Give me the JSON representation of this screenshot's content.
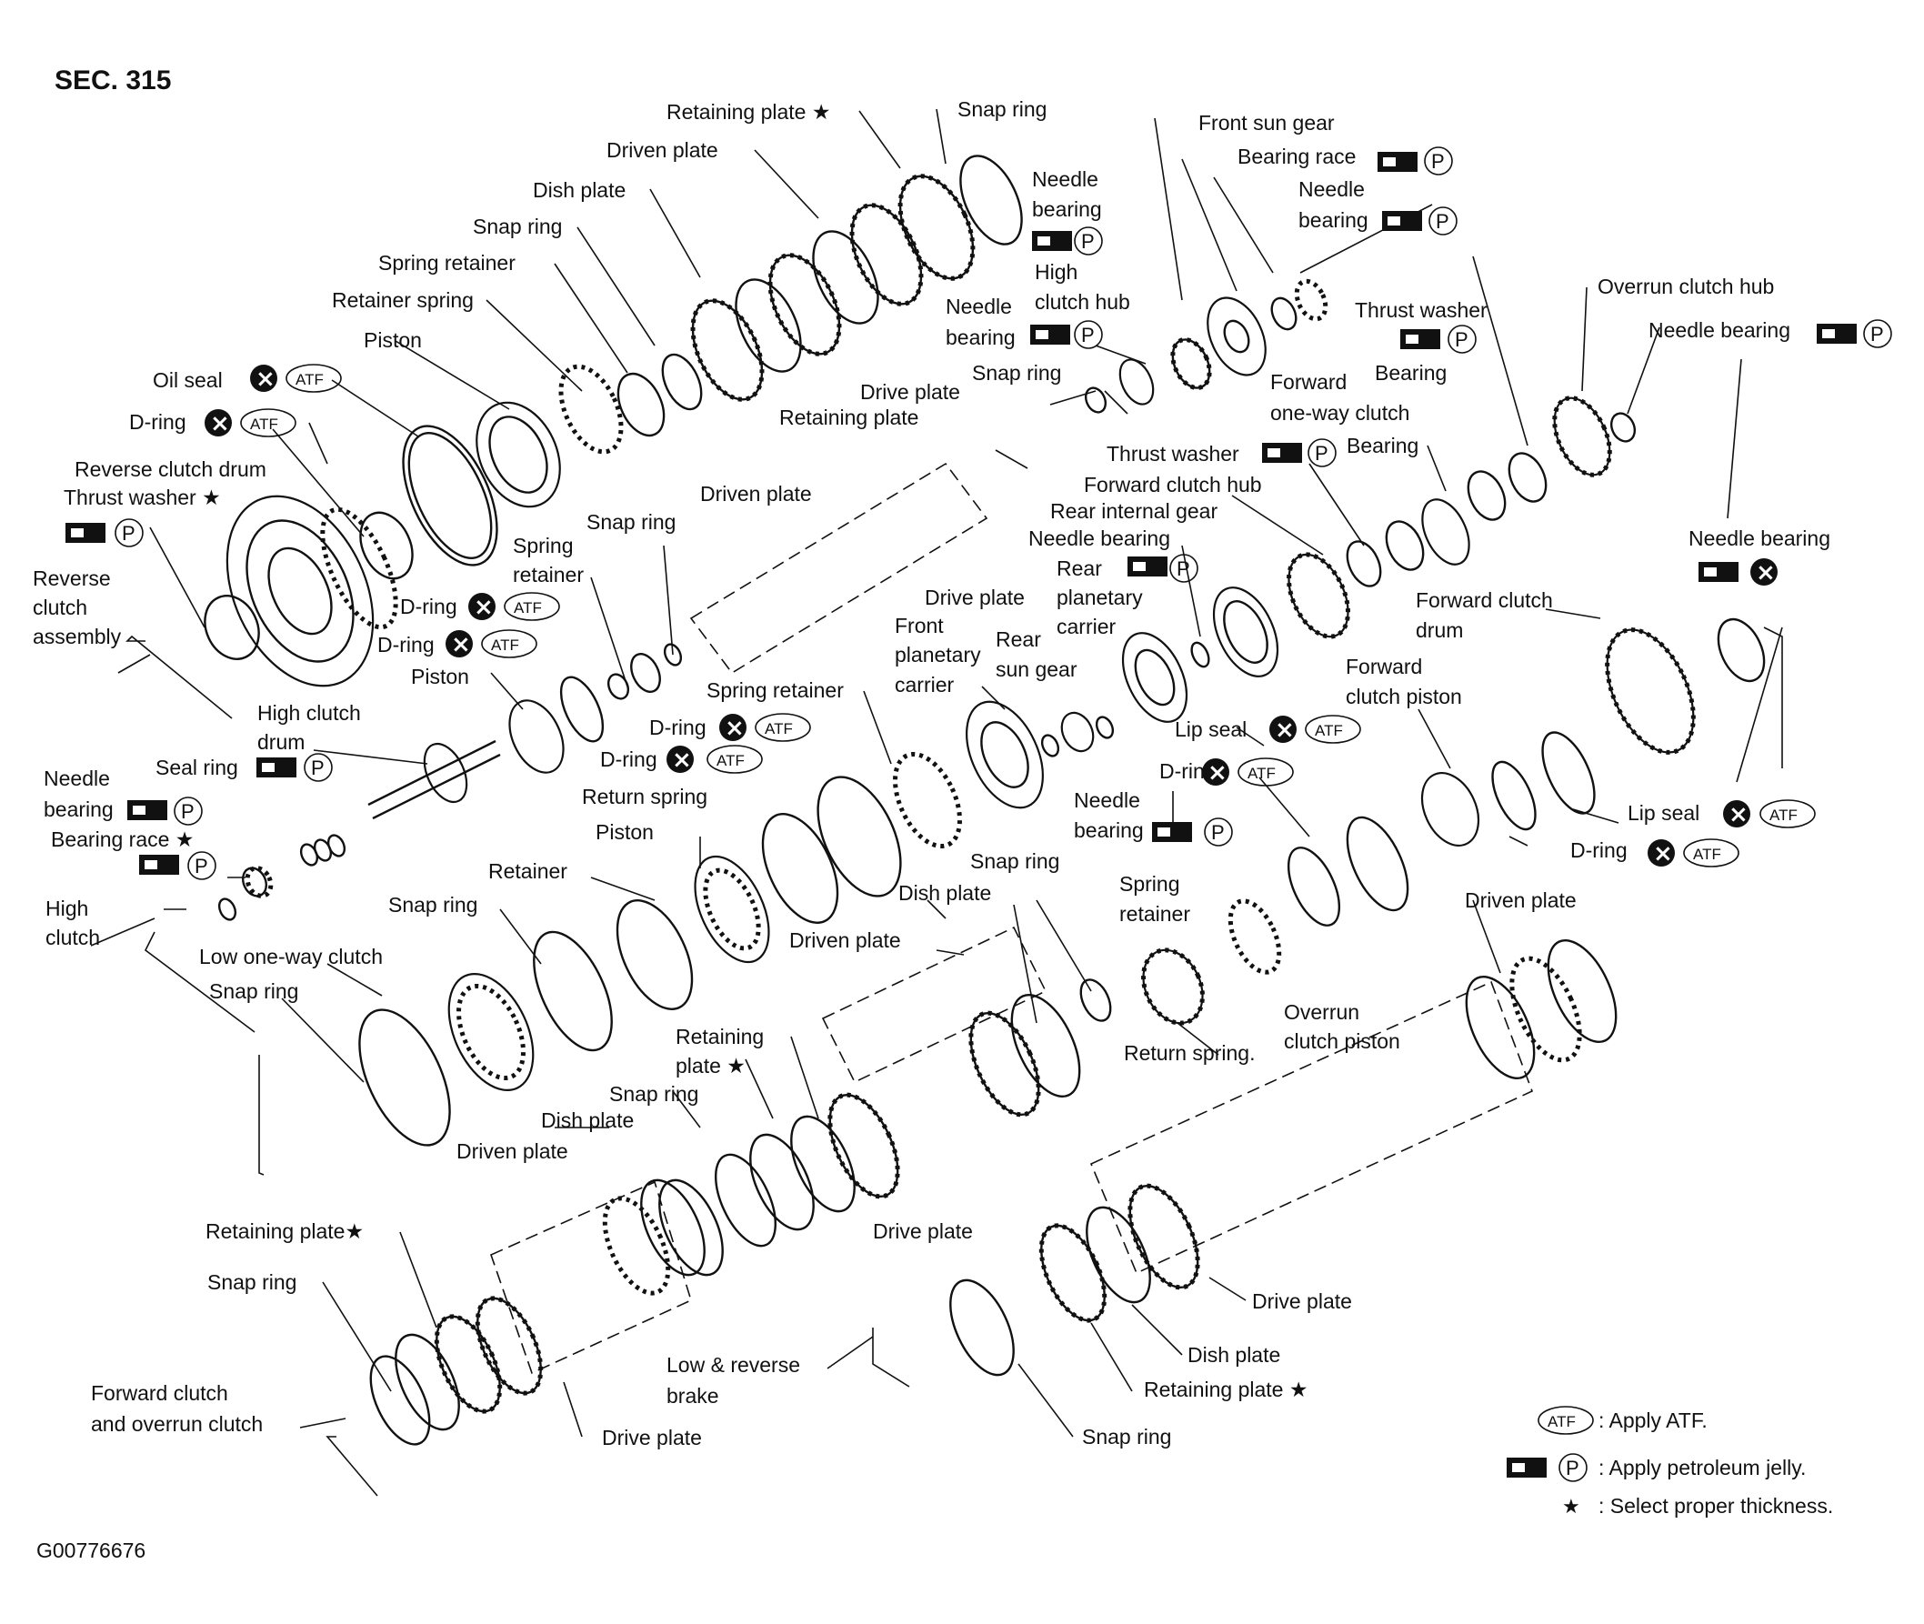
{
  "header": {
    "section": "SEC. 315"
  },
  "reference_code": "G00776676",
  "legend": {
    "atf_text": ": Apply ATF.",
    "jelly_text": ": Apply petroleum jelly.",
    "star_text": ": Select proper thickness."
  },
  "symbols": {
    "atf": "ATF",
    "p": "P",
    "star": "★",
    "x": "×"
  },
  "labels": [
    {
      "id": "retaining-plate-1",
      "text": "Retaining plate ★"
    },
    {
      "id": "snap-ring-1",
      "text": "Snap ring"
    },
    {
      "id": "driven-plate-1",
      "text": "Driven plate"
    },
    {
      "id": "dish-plate-1",
      "text": "Dish plate"
    },
    {
      "id": "snap-ring-2",
      "text": "Snap ring"
    },
    {
      "id": "spring-retainer-1",
      "text": "Spring retainer"
    },
    {
      "id": "retainer-spring",
      "text": "Retainer spring"
    },
    {
      "id": "piston-1",
      "text": "Piston"
    },
    {
      "id": "oil-seal",
      "text": "Oil seal"
    },
    {
      "id": "d-ring-1",
      "text": "D-ring"
    },
    {
      "id": "reverse-clutch-drum",
      "text": "Reverse clutch drum"
    },
    {
      "id": "thrust-washer-1",
      "text": "Thrust washer ★"
    },
    {
      "id": "reverse-clutch-assembly-1",
      "text": "Reverse"
    },
    {
      "id": "reverse-clutch-assembly-2",
      "text": "clutch"
    },
    {
      "id": "reverse-clutch-assembly-3",
      "text": "assembly"
    },
    {
      "id": "front-sun-gear",
      "text": "Front sun gear"
    },
    {
      "id": "bearing-race-1",
      "text": "Bearing race"
    },
    {
      "id": "needle-bearing-1a",
      "text": "Needle"
    },
    {
      "id": "needle-bearing-1b",
      "text": "bearing"
    },
    {
      "id": "needle-bearing-2a",
      "text": "Needle"
    },
    {
      "id": "needle-bearing-2b",
      "text": "bearing"
    },
    {
      "id": "high-clutch-hub-1",
      "text": "High"
    },
    {
      "id": "high-clutch-hub-2",
      "text": "clutch hub"
    },
    {
      "id": "needle-bearing-3a",
      "text": "Needle"
    },
    {
      "id": "needle-bearing-3b",
      "text": "bearing"
    },
    {
      "id": "thrust-washer-2",
      "text": "Thrust washer"
    },
    {
      "id": "overrun-clutch-hub",
      "text": "Overrun clutch hub"
    },
    {
      "id": "needle-bearing-4",
      "text": "Needle bearing"
    },
    {
      "id": "bearing-1",
      "text": "Bearing"
    },
    {
      "id": "snap-ring-3",
      "text": "Snap ring"
    },
    {
      "id": "drive-plate-1",
      "text": "Drive plate"
    },
    {
      "id": "retaining-plate-2",
      "text": "Retaining plate"
    },
    {
      "id": "forward-one-way-1",
      "text": "Forward"
    },
    {
      "id": "forward-one-way-2",
      "text": "one-way clutch"
    },
    {
      "id": "bearing-2",
      "text": "Bearing"
    },
    {
      "id": "thrust-washer-3",
      "text": "Thrust washer"
    },
    {
      "id": "forward-clutch-hub",
      "text": "Forward clutch hub"
    },
    {
      "id": "rear-internal-gear",
      "text": "Rear internal gear"
    },
    {
      "id": "needle-bearing-5",
      "text": "Needle bearing"
    },
    {
      "id": "rear-planetary-1",
      "text": "Rear"
    },
    {
      "id": "rear-planetary-2",
      "text": "planetary"
    },
    {
      "id": "rear-planetary-3",
      "text": "carrier"
    },
    {
      "id": "driven-plate-2",
      "text": "Driven plate"
    },
    {
      "id": "snap-ring-4",
      "text": "Snap ring"
    },
    {
      "id": "spring-retainer-2a",
      "text": "Spring"
    },
    {
      "id": "spring-retainer-2b",
      "text": "retainer"
    },
    {
      "id": "drive-plate-2",
      "text": "Drive plate"
    },
    {
      "id": "needle-bearing-6",
      "text": "Needle bearing"
    },
    {
      "id": "d-ring-2",
      "text": "D-ring"
    },
    {
      "id": "d-ring-3",
      "text": "D-ring"
    },
    {
      "id": "piston-2",
      "text": "Piston"
    },
    {
      "id": "front-planetary-1",
      "text": "Front"
    },
    {
      "id": "front-planetary-2",
      "text": "planetary"
    },
    {
      "id": "front-planetary-3",
      "text": "carrier"
    },
    {
      "id": "rear-sun-gear-1",
      "text": "Rear"
    },
    {
      "id": "rear-sun-gear-2",
      "text": "sun gear"
    },
    {
      "id": "forward-clutch-drum-1",
      "text": "Forward clutch"
    },
    {
      "id": "forward-clutch-drum-2",
      "text": "drum"
    },
    {
      "id": "forward-clutch-piston-1",
      "text": "Forward"
    },
    {
      "id": "forward-clutch-piston-2",
      "text": "clutch piston"
    },
    {
      "id": "high-clutch-drum-1",
      "text": "High clutch"
    },
    {
      "id": "high-clutch-drum-2",
      "text": "drum"
    },
    {
      "id": "spring-retainer-3",
      "text": "Spring retainer"
    },
    {
      "id": "d-ring-4",
      "text": "D-ring"
    },
    {
      "id": "lip-seal-1",
      "text": "Lip seal"
    },
    {
      "id": "d-ring-5",
      "text": "D-ring"
    },
    {
      "id": "needle-bearing-7a",
      "text": "Needle"
    },
    {
      "id": "needle-bearing-7b",
      "text": "bearing"
    },
    {
      "id": "seal-ring",
      "text": "Seal ring"
    },
    {
      "id": "d-ring-6",
      "text": "D-ring"
    },
    {
      "id": "return-spring-1",
      "text": "Return spring"
    },
    {
      "id": "needle-bearing-8a",
      "text": "Needle"
    },
    {
      "id": "needle-bearing-8b",
      "text": "bearing"
    },
    {
      "id": "bearing-race-2",
      "text": "Bearing race ★"
    },
    {
      "id": "lip-seal-2",
      "text": "Lip seal"
    },
    {
      "id": "d-ring-7",
      "text": "D-ring"
    },
    {
      "id": "high-clutch-1",
      "text": "High"
    },
    {
      "id": "high-clutch-2",
      "text": "clutch"
    },
    {
      "id": "piston-3",
      "text": "Piston"
    },
    {
      "id": "retainer",
      "text": "Retainer"
    },
    {
      "id": "snap-ring-5",
      "text": "Snap ring"
    },
    {
      "id": "low-one-way",
      "text": "Low one-way clutch"
    },
    {
      "id": "snap-ring-6",
      "text": "Snap ring"
    },
    {
      "id": "snap-ring-7",
      "text": "Snap ring"
    },
    {
      "id": "dish-plate-2",
      "text": "Dish plate"
    },
    {
      "id": "spring-retainer-4a",
      "text": "Spring"
    },
    {
      "id": "spring-retainer-4b",
      "text": "retainer"
    },
    {
      "id": "driven-plate-3",
      "text": "Driven plate"
    },
    {
      "id": "driven-plate-4",
      "text": "Driven plate"
    },
    {
      "id": "retaining-plate-3a",
      "text": "Retaining"
    },
    {
      "id": "retaining-plate-3b",
      "text": "plate ★"
    },
    {
      "id": "return-spring-2",
      "text": "Return spring."
    },
    {
      "id": "overrun-piston-1",
      "text": "Overrun"
    },
    {
      "id": "overrun-piston-2",
      "text": "clutch piston"
    },
    {
      "id": "snap-ring-8",
      "text": "Snap ring"
    },
    {
      "id": "dish-plate-3",
      "text": "Dish plate"
    },
    {
      "id": "driven-plate-5",
      "text": "Driven plate"
    },
    {
      "id": "retaining-plate-4",
      "text": "Retaining plate★"
    },
    {
      "id": "drive-plate-3",
      "text": "Drive plate"
    },
    {
      "id": "snap-ring-9",
      "text": "Snap ring"
    },
    {
      "id": "forward-overrun-1",
      "text": "Forward clutch"
    },
    {
      "id": "forward-overrun-2",
      "text": "and overrun clutch"
    },
    {
      "id": "drive-plate-4",
      "text": "Drive plate"
    },
    {
      "id": "low-reverse-1",
      "text": "Low & reverse"
    },
    {
      "id": "low-reverse-2",
      "text": "brake"
    },
    {
      "id": "drive-plate-5",
      "text": "Drive plate"
    },
    {
      "id": "dish-plate-4",
      "text": "Dish plate"
    },
    {
      "id": "retaining-plate-5",
      "text": "Retaining plate ★"
    },
    {
      "id": "snap-ring-10",
      "text": "Snap ring"
    }
  ]
}
